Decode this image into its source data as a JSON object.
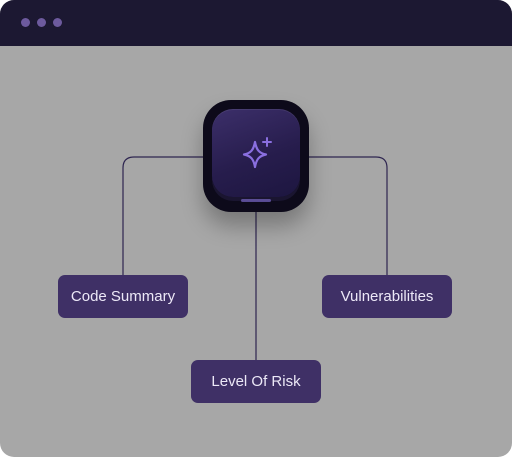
{
  "window": {
    "background": "#a7a7a7",
    "titlebar_color": "#1c1832",
    "dot_color": "#6d5a9e"
  },
  "hub": {
    "icon": "sparkle-icon",
    "accent": "#8a6fe0"
  },
  "nodes": {
    "code_summary": "Code Summary",
    "vulnerabilities": "Vulnerabilities",
    "level_of_risk": "Level Of Risk"
  },
  "colors": {
    "pill_bg": "#3f3066",
    "pill_text": "#ece8f7",
    "connector": "#2e2550"
  }
}
